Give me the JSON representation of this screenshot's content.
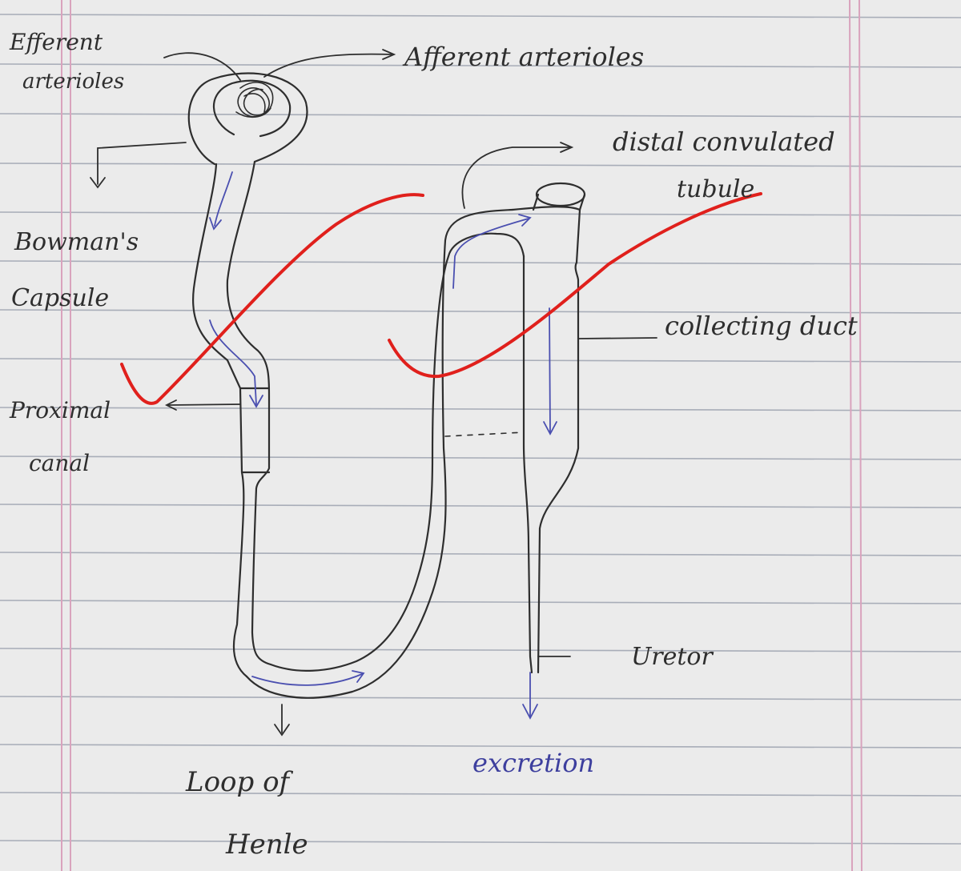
{
  "labels": {
    "efferent_line1": "Efferent",
    "efferent_line2": "arterioles",
    "afferent": "Afferent arterioles",
    "distal_line1": "distal convulated",
    "distal_line2": "tubule",
    "bowman_line1": "Bowman's",
    "bowman_line2": "Capsule",
    "collecting": "collecting duct",
    "proximal_line1": "Proximal",
    "proximal_line2": "canal",
    "ureter": "Uretor",
    "excretion": "excretion",
    "loop_line1": "Loop of",
    "loop_line2": "Henle"
  },
  "colors": {
    "paper": "#ebebeb",
    "rule_line": "#a8adb8",
    "margin_line": "#d9a3bd",
    "pencil": "#2e2e2e",
    "flow_arrow": "#4a4fb0",
    "check_mark": "#e0201c"
  }
}
